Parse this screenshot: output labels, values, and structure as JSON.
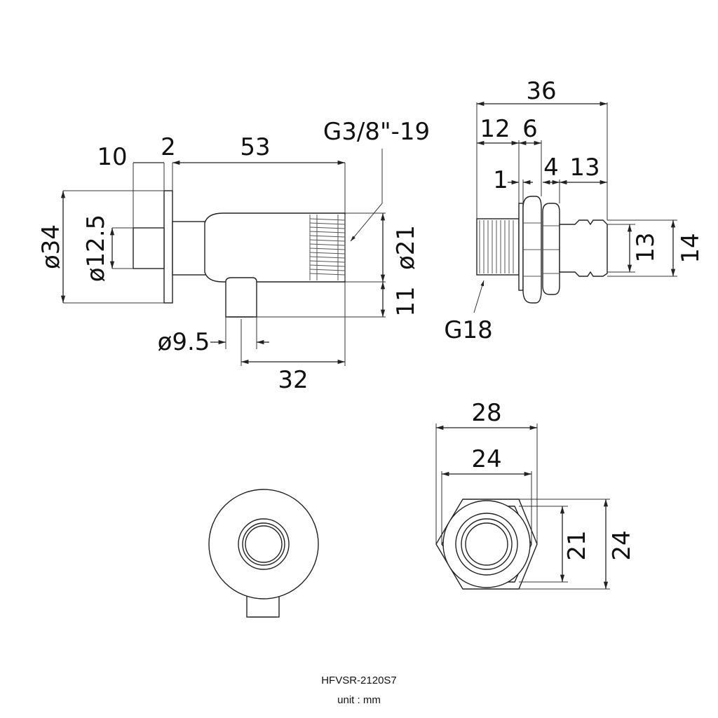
{
  "side_view": {
    "dims": {
      "d10": "10",
      "d2": "2",
      "d53": "53",
      "thread": "G3/8\"-19",
      "dia34": "ø34",
      "dia12_5": "ø12.5",
      "dia21": "ø21",
      "d11": "11",
      "dia9_5": "ø9.5",
      "d32": "32"
    }
  },
  "nut_view": {
    "dims": {
      "d36": "36",
      "d12": "12",
      "d6": "6",
      "d1": "1",
      "d4": "4",
      "d13_top": "13",
      "d13_side": "13",
      "d14": "14",
      "thread": "G18"
    }
  },
  "end_view_nut": {
    "dims": {
      "d28": "28",
      "d24_top": "24",
      "d21": "21",
      "d24_side": "24"
    }
  },
  "footer": {
    "model": "HFVSR-2120S7",
    "unit": "unit : mm"
  }
}
